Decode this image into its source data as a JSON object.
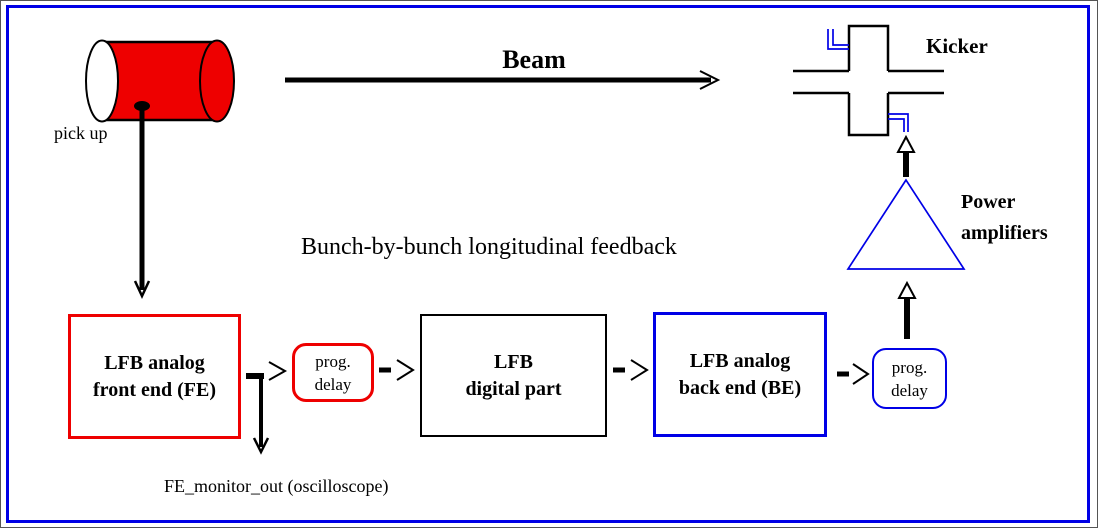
{
  "diagram": {
    "caption": "Bunch-by-bunch longitudinal feedback",
    "beam_label": "Beam",
    "pickup_label": "pick up",
    "kicker_label": "Kicker",
    "power_amp": {
      "line1": "Power",
      "line2": "amplifiers"
    },
    "monitor_label": "FE_monitor_out (oscilloscope)",
    "boxes": {
      "front_end": {
        "line1": "LFB analog",
        "line2": "front end (FE)"
      },
      "prog_delay_fe": {
        "line1": "prog.",
        "line2": "delay"
      },
      "digital": {
        "line1": "LFB",
        "line2": "digital part"
      },
      "back_end": {
        "line1": "LFB analog",
        "line2": "back end (BE)"
      },
      "prog_delay_be": {
        "line1": "prog.",
        "line2": "delay"
      }
    },
    "colors": {
      "accent_red": "#ee0000",
      "accent_blue": "#0000e6",
      "line_black": "#000000",
      "background": "#ffffff"
    }
  }
}
